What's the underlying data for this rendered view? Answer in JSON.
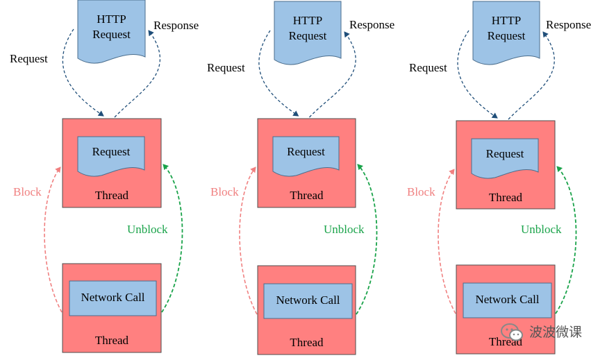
{
  "colors": {
    "doc_fill": "#9dc3e6",
    "doc_stroke": "#4a6d8c",
    "thread_fill": "#ff8080",
    "thread_stroke": "#4d4d4d",
    "request_arrow": "#1f4e79",
    "block": "#f08080",
    "unblock": "#1aa34a",
    "text": "#000000"
  },
  "columns": [
    {
      "http": {
        "line1": "HTTP",
        "line2": "Request"
      },
      "request_label": "Request",
      "response_label": "Response",
      "thread_top": {
        "doc": "Request",
        "label": "Thread"
      },
      "block_label": "Block",
      "unblock_label": "Unblock",
      "thread_bottom": {
        "inner": "Network Call",
        "label": "Thread"
      }
    },
    {
      "http": {
        "line1": "HTTP",
        "line2": "Request"
      },
      "request_label": "Request",
      "response_label": "Response",
      "thread_top": {
        "doc": "Request",
        "label": "Thread"
      },
      "block_label": "Block",
      "unblock_label": "Unblock",
      "thread_bottom": {
        "inner": "Network Call",
        "label": "Thread"
      }
    },
    {
      "http": {
        "line1": "HTTP",
        "line2": "Request"
      },
      "request_label": "Request",
      "response_label": "Response",
      "thread_top": {
        "doc": "Request",
        "label": "Thread"
      },
      "block_label": "Block",
      "unblock_label": "Unblock",
      "thread_bottom": {
        "inner": "Network Call",
        "label": "Thread"
      }
    }
  ],
  "watermark": {
    "text": "波波微课",
    "icon": "wechat-icon"
  }
}
